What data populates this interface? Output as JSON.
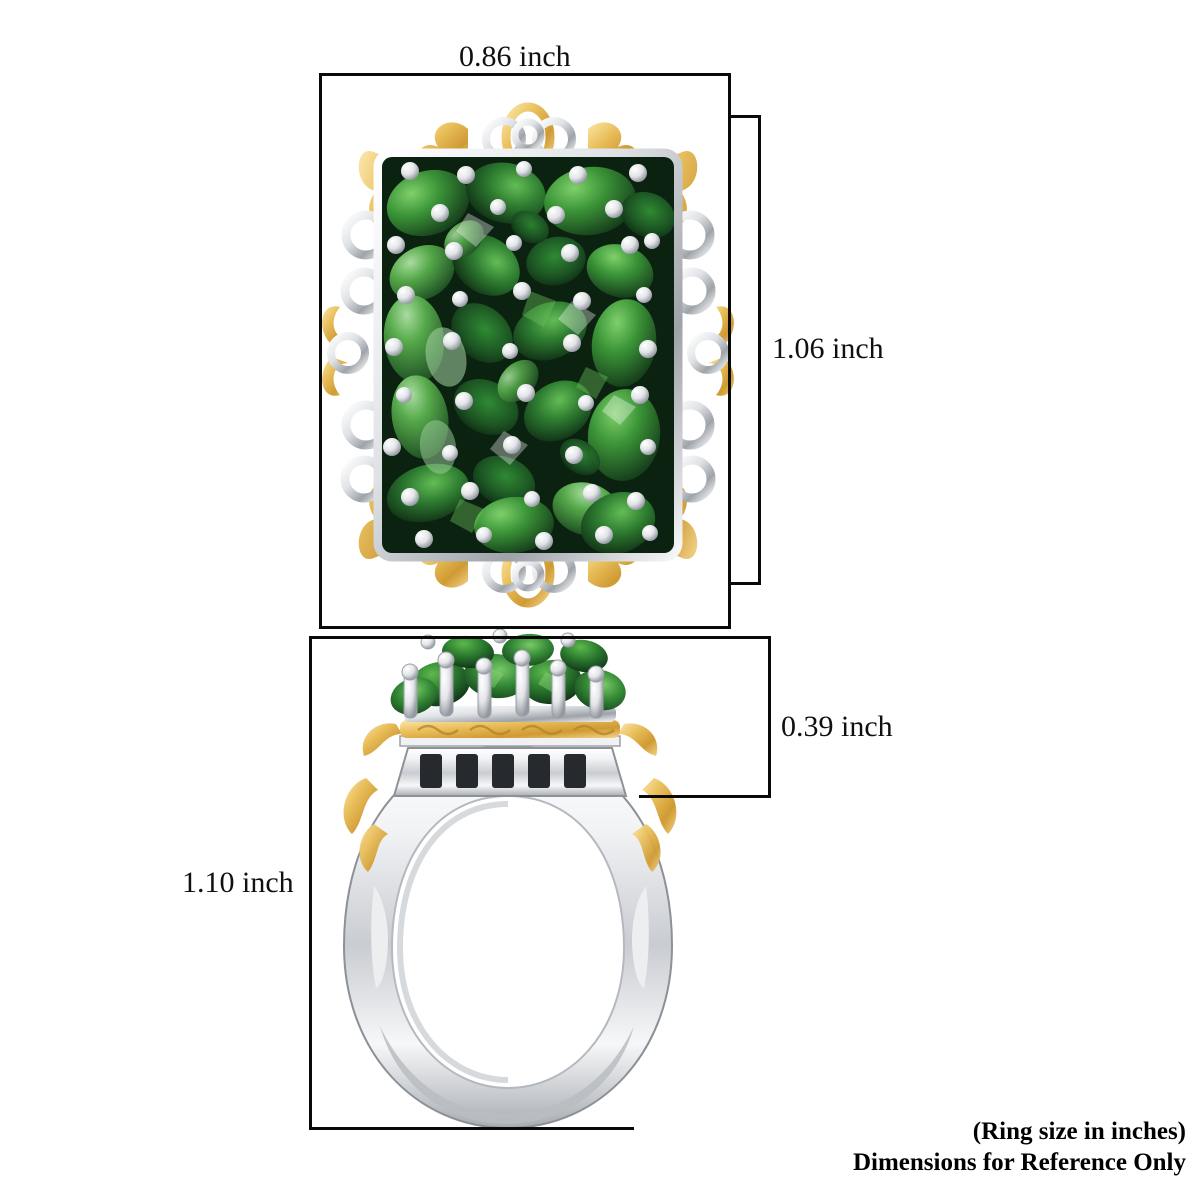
{
  "product": {
    "type": "ring",
    "title": "Chrome Diopside Cluster Ring",
    "metal_tone": "two-tone silver and gold",
    "colors": {
      "gem_bright": "#4aa83e",
      "gem_mid": "#2f7a32",
      "gem_dark": "#173d1c",
      "gem_deep": "#0d2512",
      "gem_pale": "#9fd0a0",
      "gold_light": "#f7d98a",
      "gold_mid": "#e3b44a",
      "gold_dark": "#b8862a",
      "silver_light": "#ffffff",
      "silver_mid": "#d8dadd",
      "silver_dark": "#8c9095",
      "outline": "#0a0a0a",
      "background": "#ffffff"
    }
  },
  "views": {
    "top": {
      "name": "top-view",
      "label": "face-up view of ring head"
    },
    "side": {
      "name": "side-view",
      "label": "profile view of ring"
    }
  },
  "measurements": {
    "width": {
      "value": "0.86 inch",
      "axis": "horizontal",
      "view": "top"
    },
    "height": {
      "value": "1.06 inch",
      "axis": "vertical",
      "view": "top"
    },
    "depth": {
      "value": "0.39 inch",
      "axis": "vertical",
      "view": "side"
    },
    "band_height": {
      "value": "1.10 inch",
      "axis": "vertical",
      "view": "side"
    }
  },
  "caption": {
    "line1": "(Ring size in inches)",
    "line2": "Dimensions for Reference Only"
  }
}
